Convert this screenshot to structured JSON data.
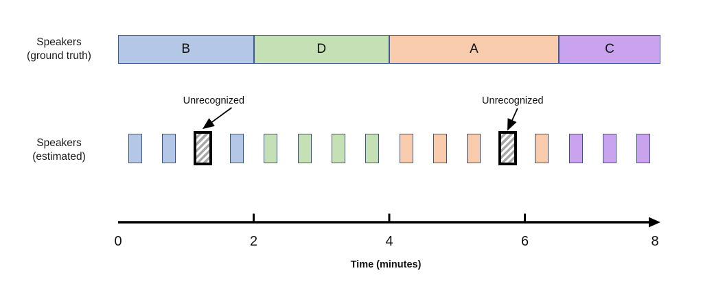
{
  "figure_type": "speaker-diarization-timeline",
  "ground_truth": {
    "label_top": "Speakers",
    "label_bottom": "(ground truth)",
    "segments": [
      {
        "speaker": "B",
        "start_min": 0,
        "end_min": 2,
        "fill": "#b4c7e7"
      },
      {
        "speaker": "D",
        "start_min": 2,
        "end_min": 4,
        "fill": "#c5e0b4"
      },
      {
        "speaker": "A",
        "start_min": 4,
        "end_min": 6.5,
        "fill": "#f8cbad"
      },
      {
        "speaker": "C",
        "start_min": 6.5,
        "end_min": 8,
        "fill": "#c9a3ee"
      }
    ],
    "border_color": "#3e5c9a"
  },
  "estimated": {
    "label_top": "Speakers",
    "label_bottom": "(estimated)",
    "boxes": [
      {
        "time_min": 0.25,
        "type": "speaker",
        "fill": "#b4c7e7"
      },
      {
        "time_min": 0.75,
        "type": "speaker",
        "fill": "#b4c7e7"
      },
      {
        "time_min": 1.25,
        "type": "unrecognized"
      },
      {
        "time_min": 1.75,
        "type": "speaker",
        "fill": "#b4c7e7"
      },
      {
        "time_min": 2.25,
        "type": "speaker",
        "fill": "#c5e0b4"
      },
      {
        "time_min": 2.75,
        "type": "speaker",
        "fill": "#c5e0b4"
      },
      {
        "time_min": 3.25,
        "type": "speaker",
        "fill": "#c5e0b4"
      },
      {
        "time_min": 3.75,
        "type": "speaker",
        "fill": "#c5e0b4"
      },
      {
        "time_min": 4.25,
        "type": "speaker",
        "fill": "#f8cbad"
      },
      {
        "time_min": 4.75,
        "type": "speaker",
        "fill": "#f8cbad"
      },
      {
        "time_min": 5.25,
        "type": "speaker",
        "fill": "#f8cbad"
      },
      {
        "time_min": 5.75,
        "type": "unrecognized"
      },
      {
        "time_min": 6.25,
        "type": "speaker",
        "fill": "#f8cbad"
      },
      {
        "time_min": 6.75,
        "type": "speaker",
        "fill": "#c9a3ee"
      },
      {
        "time_min": 7.25,
        "type": "speaker",
        "fill": "#c9a3ee"
      },
      {
        "time_min": 7.75,
        "type": "speaker",
        "fill": "#c9a3ee"
      }
    ],
    "hatch": {
      "stripe_color": "#a8a8a8",
      "background": "#ffffff",
      "border": "#000000"
    }
  },
  "annotations": [
    {
      "text": "Unrecognized",
      "target_time_min": 1.25
    },
    {
      "text": "Unrecognized",
      "target_time_min": 5.75
    }
  ],
  "axis": {
    "label": "Time (minutes)",
    "min": 0,
    "max": 8,
    "tick_labels": [
      "0",
      "2",
      "4",
      "6",
      "8"
    ],
    "tick_values": [
      0,
      2,
      4,
      6,
      8
    ],
    "tick_marks": [
      2,
      4,
      6
    ],
    "line_color": "#000000"
  }
}
